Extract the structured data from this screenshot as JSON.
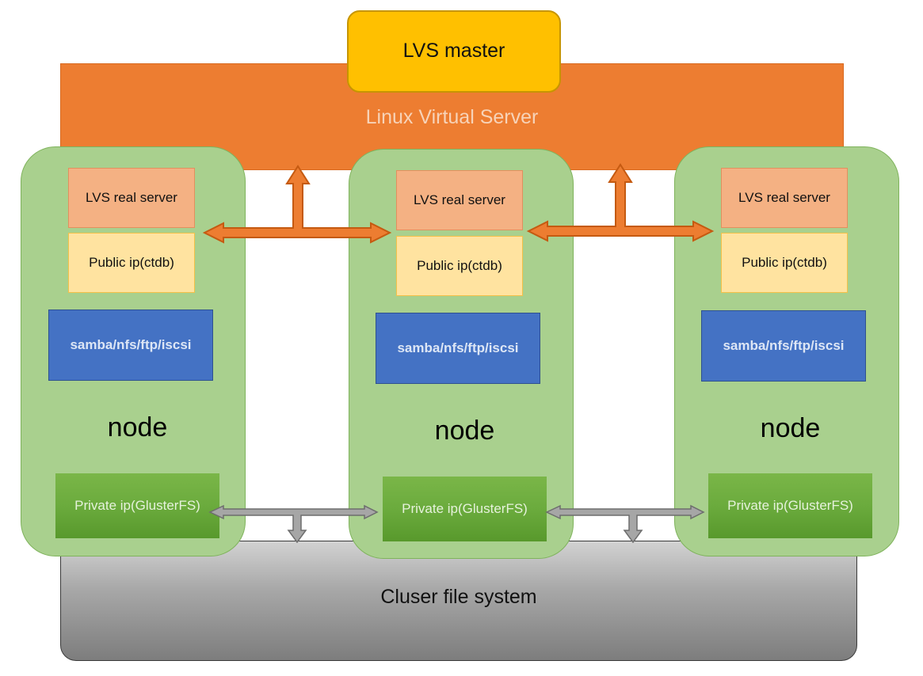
{
  "master": {
    "label": "LVS master"
  },
  "lvs": {
    "label": "Linux Virtual Server"
  },
  "cluster_fs": {
    "label": "Cluser file system"
  },
  "nodes": [
    {
      "real_server": "LVS real server",
      "public_ip": "Public ip(ctdb)",
      "services": "samba/nfs/ftp/iscsi",
      "title": "node",
      "private_ip": "Private ip(GlusterFS)"
    },
    {
      "real_server": "LVS real server",
      "public_ip": "Public ip(ctdb)",
      "services": "samba/nfs/ftp/iscsi",
      "title": "node",
      "private_ip": "Private ip(GlusterFS)"
    },
    {
      "real_server": "LVS real server",
      "public_ip": "Public ip(ctdb)",
      "services": "samba/nfs/ftp/iscsi",
      "title": "node",
      "private_ip": "Private ip(GlusterFS)"
    }
  ],
  "colors": {
    "lvs": "#ed7d31",
    "master": "#ffc000",
    "node": "#a9d08e",
    "real_server": "#f4b183",
    "public_ip": "#ffe3a0",
    "services": "#4472c4",
    "private_ip": "#70ad47",
    "cluster_fs": "#a5a5a5"
  }
}
